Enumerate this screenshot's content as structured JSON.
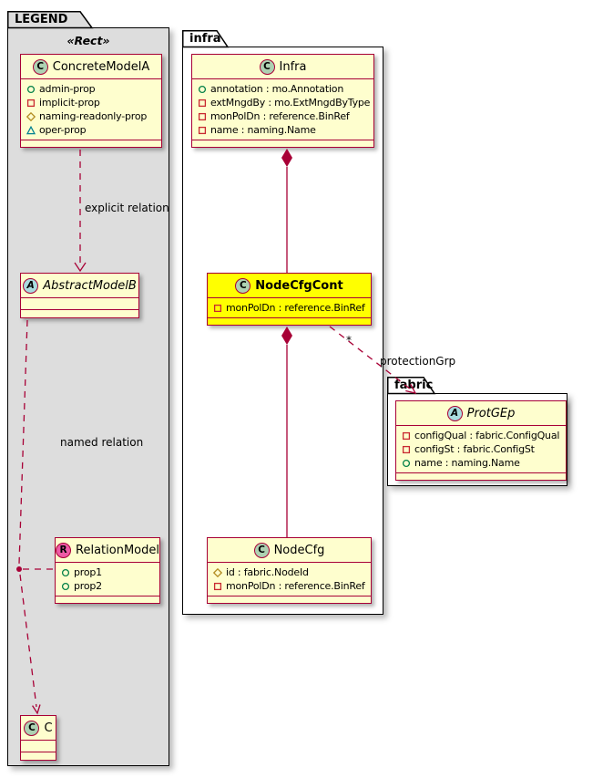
{
  "diagram": {
    "packages": {
      "legend": {
        "name": "LEGEND",
        "stereotype": "«Rect»"
      },
      "infra": {
        "name": "infra"
      },
      "fabric": {
        "name": "fabric"
      }
    },
    "classes": {
      "concreteModelA": {
        "spot": "C",
        "name": "ConcreteModelA",
        "members": [
          {
            "icon": "public-circle-icon",
            "text": "admin-prop"
          },
          {
            "icon": "private-square-icon",
            "text": "implicit-prop"
          },
          {
            "icon": "protected-diamond-icon",
            "text": "naming-readonly-prop"
          },
          {
            "icon": "package-triangle-icon",
            "text": "oper-prop"
          }
        ]
      },
      "abstractModelB": {
        "spot": "A",
        "name": "AbstractModelB",
        "members": []
      },
      "relationModel": {
        "spot": "R",
        "name": "RelationModel",
        "members": [
          {
            "icon": "public-circle-icon",
            "text": "prop1"
          },
          {
            "icon": "public-circle-icon",
            "text": "prop2"
          }
        ]
      },
      "c": {
        "spot": "C",
        "name": "C",
        "members": []
      },
      "infra": {
        "spot": "C",
        "name": "Infra",
        "members": [
          {
            "icon": "public-circle-icon",
            "text": "annotation : mo.Annotation"
          },
          {
            "icon": "private-square-icon",
            "text": "extMngdBy : mo.ExtMngdByType"
          },
          {
            "icon": "private-square-icon",
            "text": "monPolDn : reference.BinRef"
          },
          {
            "icon": "private-square-icon",
            "text": "name : naming.Name"
          }
        ]
      },
      "nodeCfgCont": {
        "spot": "C",
        "name": "NodeCfgCont",
        "highlighted": true,
        "members": [
          {
            "icon": "private-square-icon",
            "text": "monPolDn : reference.BinRef"
          }
        ]
      },
      "nodeCfg": {
        "spot": "C",
        "name": "NodeCfg",
        "members": [
          {
            "icon": "protected-diamond-icon",
            "text": "id : fabric.NodeId"
          },
          {
            "icon": "private-square-icon",
            "text": "monPolDn : reference.BinRef"
          }
        ]
      },
      "protGEp": {
        "spot": "A",
        "name": "ProtGEp",
        "members": [
          {
            "icon": "private-square-icon",
            "text": "configQual : fabric.ConfigQual"
          },
          {
            "icon": "private-square-icon",
            "text": "configSt : fabric.ConfigSt"
          },
          {
            "icon": "public-circle-icon",
            "text": "name : naming.Name"
          }
        ]
      }
    },
    "edges": {
      "explicit_relation_label": "explicit relation",
      "named_relation_label": "named relation",
      "protection_grp_label": "protectionGrp",
      "protection_grp_multiplicity": "*"
    },
    "colors": {
      "class_border": "#A80036",
      "class_background": "#FEFECE",
      "highlight_background": "#FFFF00",
      "legend_background": "#DDDDDD",
      "package_background": "#FFFFFF",
      "spot_class": "#ADD1B2",
      "spot_abstract": "#A9DCDF",
      "spot_relation": "#EE5AA6",
      "edge_color": "#A80036",
      "visibility_public": "#038048",
      "visibility_private": "#C82930",
      "visibility_protected": "#B38D22",
      "visibility_package": "#048191"
    }
  }
}
